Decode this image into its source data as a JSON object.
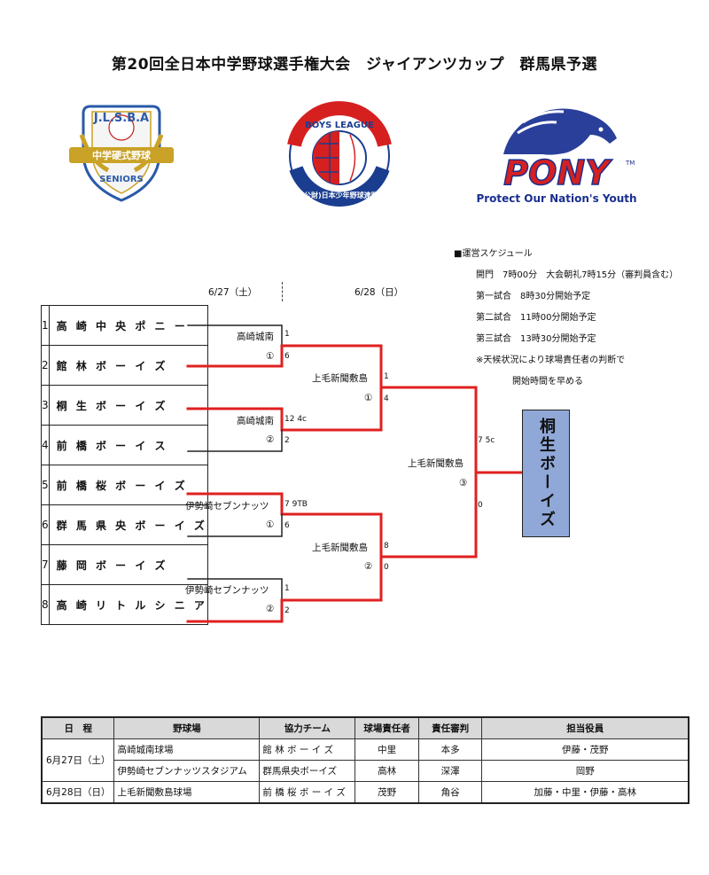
{
  "title": "第20回全日本中学野球選手権大会　ジャイアンツカップ　群馬県予選",
  "logos": {
    "jlsba": {
      "top_text": "J.L.S.B.A",
      "ribbon": "中学硬式野球",
      "bottom": "SENIORS"
    },
    "boys": {
      "arc_text": "BOYS LEAGUE",
      "ring_text": "(公財)日本少年野球連盟"
    },
    "pony": {
      "word": "PONY",
      "tm": "TM",
      "tagline": "Protect Our Nation's Youth"
    }
  },
  "dates": {
    "day1": "6/27（土）",
    "day2": "6/28（日）"
  },
  "teams": [
    {
      "num": "1",
      "name": "高 崎 中 央 ポ ニ ー"
    },
    {
      "num": "2",
      "name": "館 林 ボ ー イ ズ"
    },
    {
      "num": "3",
      "name": "桐 生 ボ ー イ ズ"
    },
    {
      "num": "4",
      "name": "前 橋 ボ ー イ ス"
    },
    {
      "num": "5",
      "name": "前 橋 桜 ボ ー イ ズ"
    },
    {
      "num": "6",
      "name": "群 馬 県 央 ボ ー イ ズ"
    },
    {
      "num": "7",
      "name": "藤 岡 ボ ー イ ズ"
    },
    {
      "num": "8",
      "name": "高 崎 リ ト ル シ ニ ア"
    }
  ],
  "r1": [
    {
      "venue": "高崎城南",
      "no": "①",
      "top": "1",
      "bottom": "6"
    },
    {
      "venue": "高崎城南",
      "no": "②",
      "top": "12 4c",
      "bottom": "2"
    },
    {
      "venue": "伊勢崎セブンナッツ",
      "no": "①",
      "top": "7 9TB",
      "bottom": "6"
    },
    {
      "venue": "伊勢崎セブンナッツ",
      "no": "②",
      "top": "1",
      "bottom": "2"
    }
  ],
  "r2": [
    {
      "venue": "上毛新聞敷島",
      "no": "①",
      "top": "1",
      "bottom": "4"
    },
    {
      "venue": "上毛新聞敷島",
      "no": "②",
      "top": "8",
      "bottom": "0"
    }
  ],
  "final": {
    "venue": "上毛新聞敷島",
    "no": "③",
    "top": "7 5c",
    "bottom": "0"
  },
  "champion": "桐生ボーイズ",
  "schedule": {
    "heading": "■運営スケジュール",
    "lines": [
      "開門　7時00分　大会朝礼7時15分（審判員含む）",
      "第一試合　8時30分開始予定",
      "第二試合　11時00分開始予定",
      "第三試合　13時30分開始予定",
      "※天候状況により球場責任者の判断で",
      "開始時間を早める"
    ]
  },
  "table": {
    "headers": [
      "日　程",
      "野球場",
      "協力チーム",
      "球場責任者",
      "責任審判",
      "担当役員"
    ],
    "date1": "6月27日（土）",
    "date2": "6月28日（日）",
    "rows": [
      {
        "venue": "高崎城南球場",
        "team": "館 林 ボ ー イ ズ",
        "manager": "中里",
        "umpire": "本多",
        "officers": "伊藤・茂野"
      },
      {
        "venue": "伊勢崎セブンナッツスタジアム",
        "team": "群馬県央ボーイズ",
        "manager": "高林",
        "umpire": "深澤",
        "officers": "岡野"
      },
      {
        "venue": "上毛新聞敷島球場",
        "team": "前 橋 桜 ボ ー イ ズ",
        "manager": "茂野",
        "umpire": "角谷",
        "officers": "加藤・中里・伊藤・高林"
      }
    ]
  },
  "colors": {
    "win_line": "#e02020",
    "line": "#222222",
    "champion_bg": "#8fa8d8",
    "header_bg": "#d9d9d9"
  }
}
